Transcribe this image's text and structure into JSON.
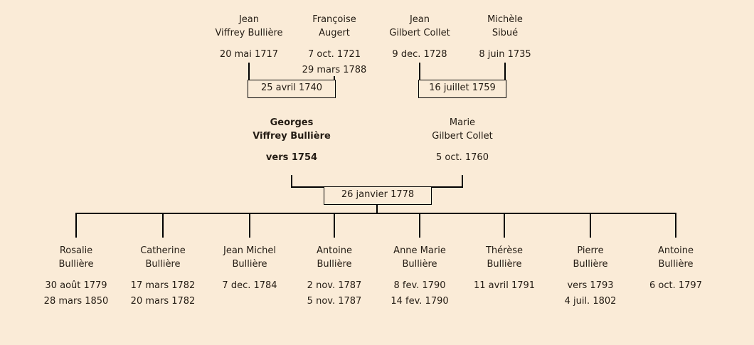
{
  "colors": {
    "background": "#FAEBD7",
    "text": "#241c14",
    "line": "#000000"
  },
  "generation1": [
    {
      "name1": "Jean",
      "name2": "Viffrey Bullière",
      "birth": "20 mai 1717"
    },
    {
      "name1": "Françoise",
      "name2": "Augert",
      "birth": "7 oct. 1721",
      "death": "29 mars 1788"
    },
    {
      "name1": "Jean",
      "name2": "Gilbert Collet",
      "birth": "9 dec. 1728"
    },
    {
      "name1": "Michèle",
      "name2": "Sibué",
      "birth": "8 juin 1735"
    }
  ],
  "marriages": [
    {
      "date": "25 avril 1740"
    },
    {
      "date": "16 juillet 1759"
    },
    {
      "date": "26 janvier 1778"
    }
  ],
  "generation2": [
    {
      "name1": "Georges",
      "name2": "Viffrey Bullière",
      "birth": "vers 1754"
    },
    {
      "name1": "Marie",
      "name2": "Gilbert Collet",
      "birth": "5 oct. 1760"
    }
  ],
  "generation3": [
    {
      "name1": "Rosalie",
      "name2": "Bullière",
      "birth": "30 août 1779",
      "death": "28 mars 1850"
    },
    {
      "name1": "Catherine",
      "name2": "Bullière",
      "birth": "17 mars 1782",
      "death": "20 mars 1782"
    },
    {
      "name1": "Jean Michel",
      "name2": "Bullière",
      "birth": "7 dec. 1784"
    },
    {
      "name1": "Antoine",
      "name2": "Bullière",
      "birth": "2 nov. 1787",
      "death": "5 nov. 1787"
    },
    {
      "name1": "Anne Marie",
      "name2": "Bullière",
      "birth": "8 fev. 1790",
      "death": "14 fev. 1790"
    },
    {
      "name1": "Thérèse",
      "name2": "Bullière",
      "birth": "11 avril 1791"
    },
    {
      "name1": "Pierre",
      "name2": "Bullière",
      "birth": "vers 1793",
      "death": "4 juil. 1802"
    },
    {
      "name1": "Antoine",
      "name2": "Bullière",
      "birth": "6 oct. 1797"
    }
  ]
}
